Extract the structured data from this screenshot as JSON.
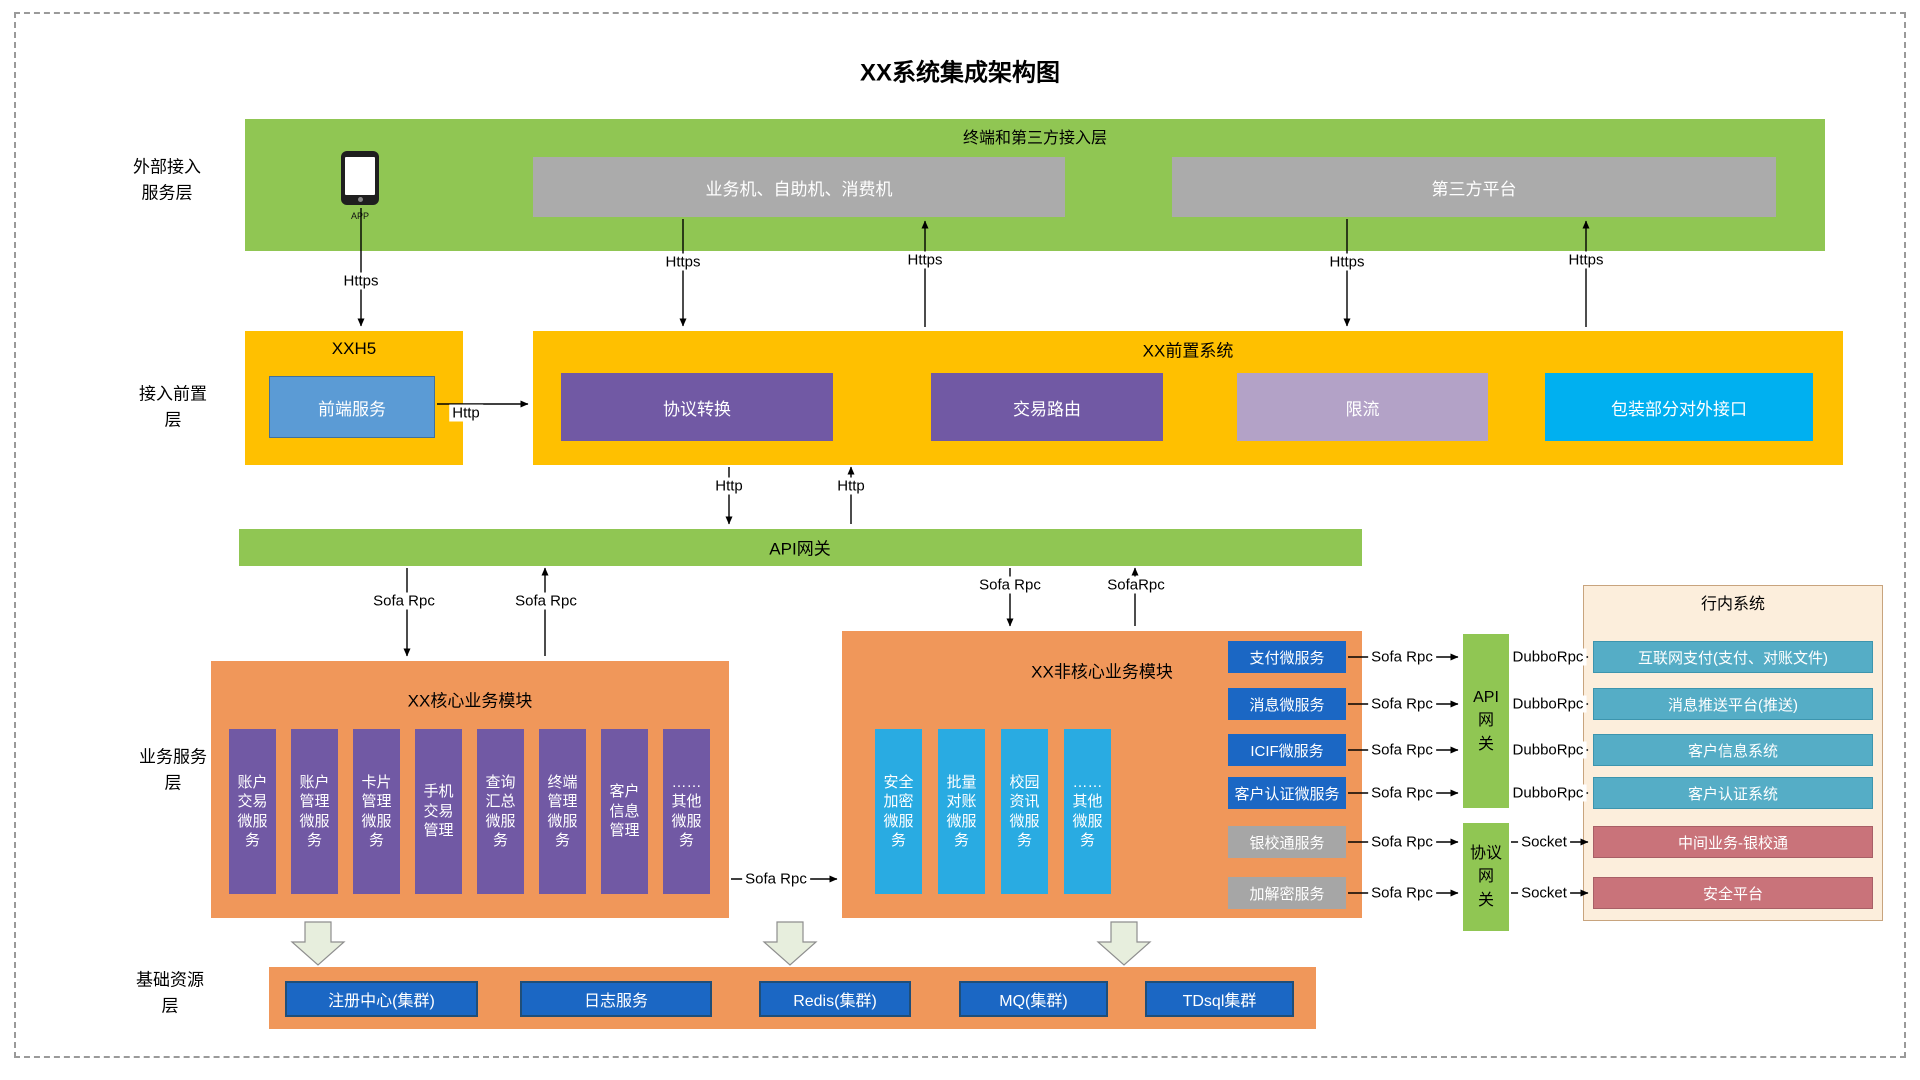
{
  "title": "XX系统集成架构图",
  "layer_labels": {
    "external": "外部接入\n服务层",
    "front": "接入前置\n层",
    "business": "业务服务\n层",
    "resource": "基础资源\n层"
  },
  "terminal_layer": {
    "title": "终端和第三方接入层",
    "app_label": "APP",
    "business_machines": "业务机、自助机、消费机",
    "third_party": "第三方平台"
  },
  "front_layer": {
    "xxh5_title": "XXH5",
    "frontend_service": "前端服务",
    "frontend_system_title": "XX前置系统",
    "protocol_convert": "协议转换",
    "trade_route": "交易路由",
    "rate_limit": "限流",
    "wrap_api": "包装部分对外接口"
  },
  "api_gateway_band": "API网关",
  "core_module": {
    "title": "XX核心业务模块",
    "services": [
      "账户交易微服务",
      "账户管理微服务",
      "卡片管理微服务",
      "手机交易管理",
      "查询汇总微服务",
      "终端管理微服务",
      "客户信息管理",
      "……其他微服务"
    ]
  },
  "noncore_module": {
    "title": "XX非核心业务模块",
    "vertical_services": [
      "安全加密微服务",
      "批量对账微服务",
      "校园资讯微服务",
      "……其他微服务"
    ],
    "horizontal_services": [
      "支付微服务",
      "消息微服务",
      "ICIF微服务",
      "客户认证微服务",
      "银校通服务",
      "加解密服务"
    ]
  },
  "gateways": {
    "api": "API\n网\n关",
    "protocol": "协议\n网\n关"
  },
  "internal_systems": {
    "title": "行内系统",
    "items": [
      "互联网支付(支付、对账文件)",
      "消息推送平台(推送)",
      "客户信息系统",
      "客户认证系统",
      "中间业务-银校通",
      "安全平台"
    ]
  },
  "resource_layer": {
    "items": [
      "注册中心(集群)",
      "日志服务",
      "Redis(集群)",
      "MQ(集群)",
      "TDsql集群"
    ]
  },
  "edge_labels": {
    "https": "Https",
    "http": "Http",
    "sofa_rpc": "Sofa Rpc",
    "sofa_rpc_compact": "SofaRpc",
    "dubbo_rpc": "DubboRpc",
    "socket": "Socket"
  },
  "colors": {
    "green": "#90C653",
    "yellow": "#FFC000",
    "salmon": "#F0975A",
    "purple": "#7159A4",
    "light_purple": "#B3A2C7",
    "bright_cyan": "#00B0F0",
    "service_blue": "#1B67C4",
    "teal": "#55ADC6",
    "rose": "#C9737A",
    "gray": "#ABABAB"
  }
}
